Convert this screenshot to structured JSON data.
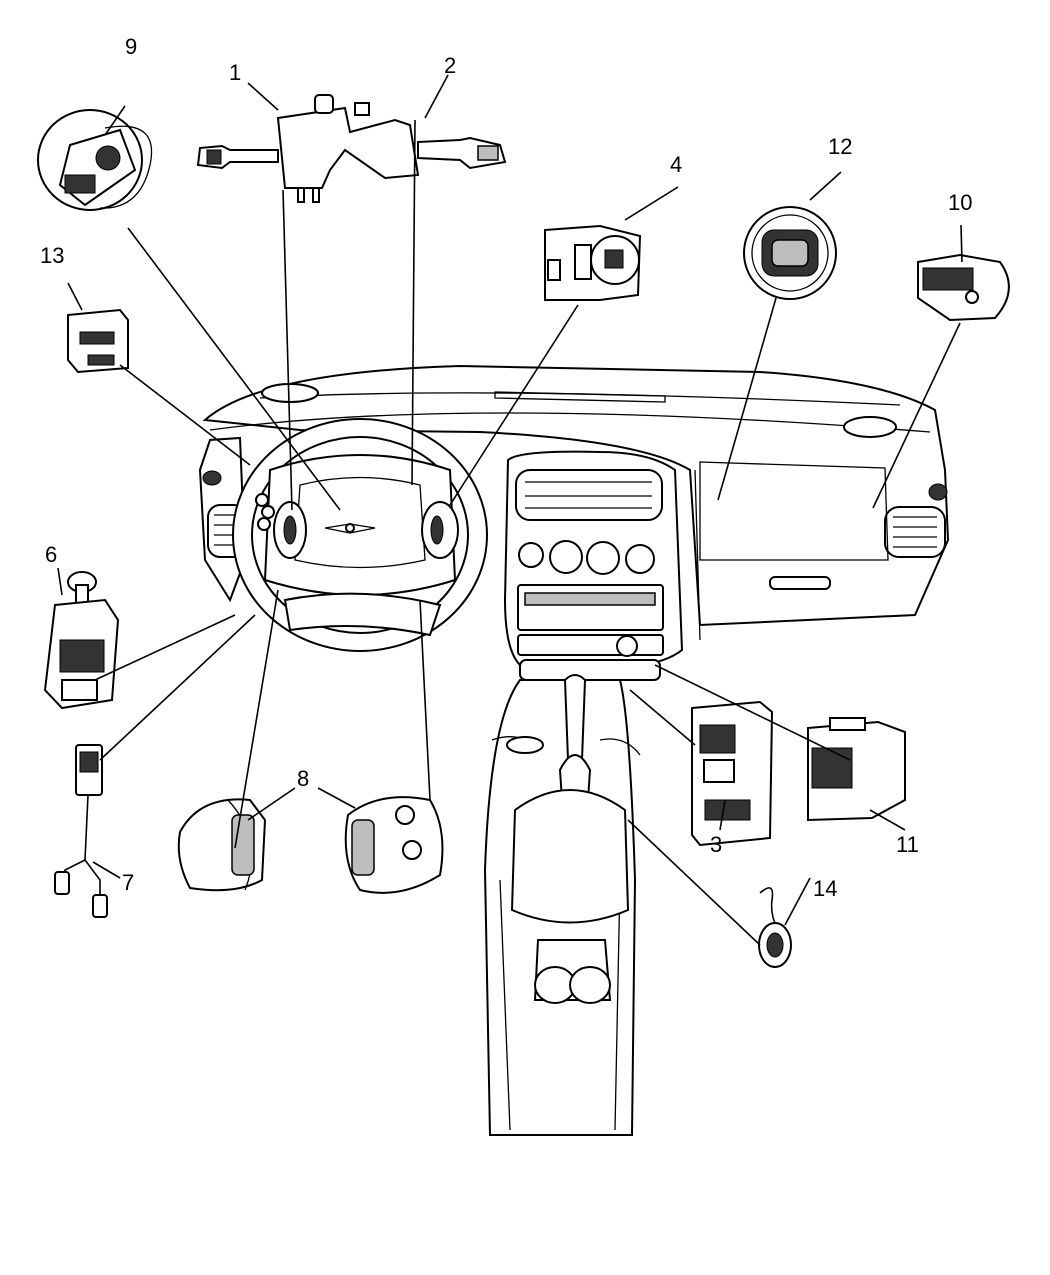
{
  "callouts": [
    {
      "id": "1",
      "label": "1"
    },
    {
      "id": "2",
      "label": "2"
    },
    {
      "id": "3",
      "label": "3"
    },
    {
      "id": "4",
      "label": "4"
    },
    {
      "id": "6",
      "label": "6"
    },
    {
      "id": "7",
      "label": "7"
    },
    {
      "id": "8",
      "label": "8"
    },
    {
      "id": "9",
      "label": "9"
    },
    {
      "id": "10",
      "label": "10"
    },
    {
      "id": "11",
      "label": "11"
    },
    {
      "id": "12",
      "label": "12"
    },
    {
      "id": "13",
      "label": "13"
    },
    {
      "id": "14",
      "label": "14"
    }
  ]
}
